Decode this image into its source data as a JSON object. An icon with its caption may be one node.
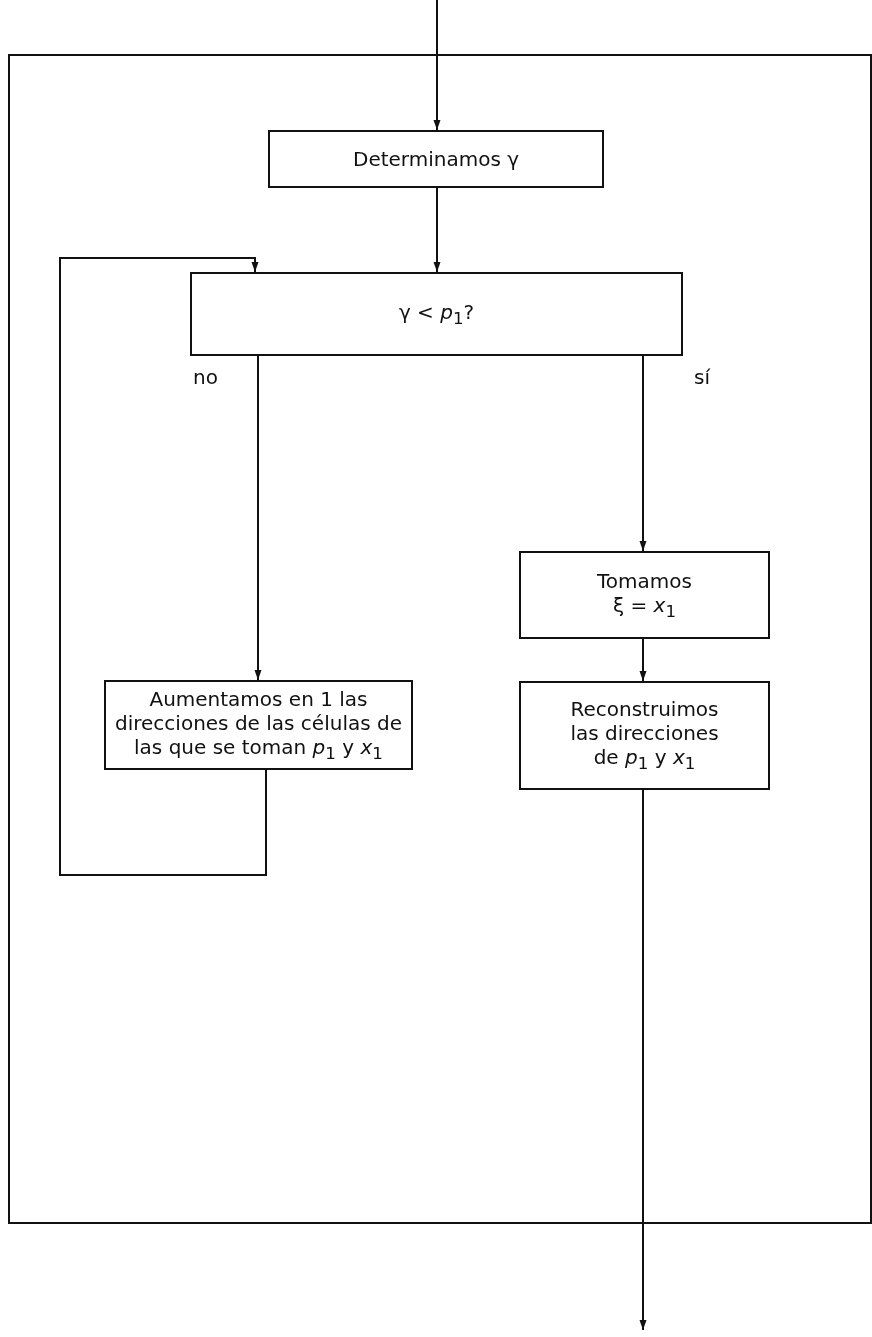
{
  "diagram": {
    "nodes": [
      {
        "text": [],
        "shape": "box"
      },
      {
        "text": [
          "Determinamos γ"
        ],
        "in": 0
      },
      {
        "text": [
          "γ < *p*$_{1}$?"
        ],
        "in": 0
      },
      {
        "text": [
          "Tomamos ξ = *x*$_{1}$"
        ],
        "in": 0
      },
      {
        "text": [
          "Aumentamos en 1 las direcciones de las células de las que se toman *p*$_{1}$ y *x*$_{1}$"
        ],
        "in": 0
      },
      {
        "text": [
          "Reconstruimos las direcciones de *p*$_{1}$ y *x*$_{1}$"
        ],
        "in": 0
      }
    ],
    "edges": [
      {
        "from": null,
        "to": 1,
        "arrow": "to"
      },
      {
        "from": 1,
        "to": 2,
        "arrow": "to"
      },
      {
        "from": 2,
        "to": 4,
        "arrow": "to",
        "label": "no"
      },
      {
        "from": 2,
        "to": 3,
        "arrow": "to",
        "label": "sí"
      },
      {
        "from": 3,
        "to": 5,
        "arrow": "to"
      },
      {
        "from": 4,
        "to": 2,
        "arrow": "to"
      },
      {
        "from": 5,
        "to": null,
        "arrow": "to"
      }
    ]
  }
}
